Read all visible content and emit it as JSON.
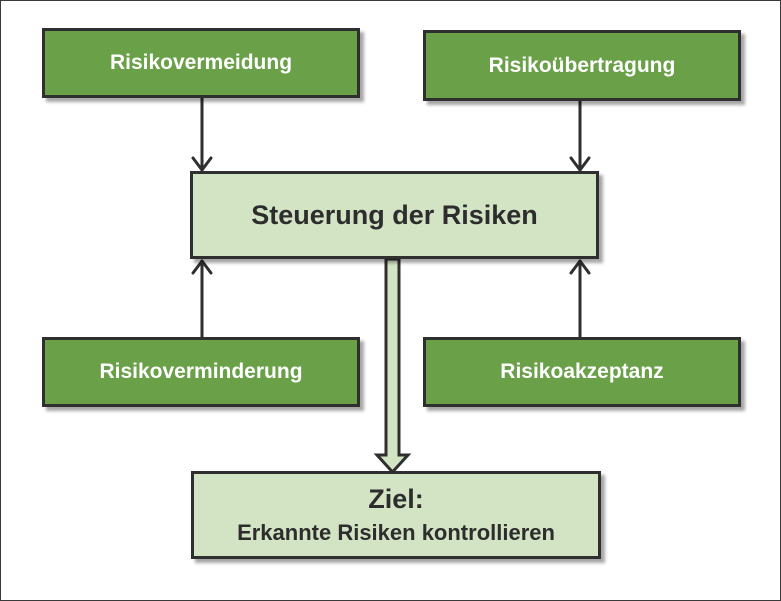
{
  "diagram": {
    "boxes": {
      "risikovermeidung": "Risikovermeidung",
      "risikouebertragung": "Risikoübertragung",
      "steuerung": "Steuerung der Risiken",
      "risikoverminderung": "Risikoverminderung",
      "risikoakzeptanz": "Risikoakzeptanz",
      "ziel_title": "Ziel:",
      "ziel_subtitle": "Erkannte Risiken kontrollieren"
    },
    "edges": [
      {
        "from": "risikovermeidung",
        "to": "steuerung"
      },
      {
        "from": "risikouebertragung",
        "to": "steuerung"
      },
      {
        "from": "risikoverminderung",
        "to": "steuerung"
      },
      {
        "from": "risikoakzeptanz",
        "to": "steuerung"
      },
      {
        "from": "steuerung",
        "to": "ziel",
        "style": "block-arrow"
      }
    ]
  },
  "colors": {
    "dark_box": "#6aa048",
    "light_box": "#d3e4c5",
    "border": "#2f2f2f"
  }
}
